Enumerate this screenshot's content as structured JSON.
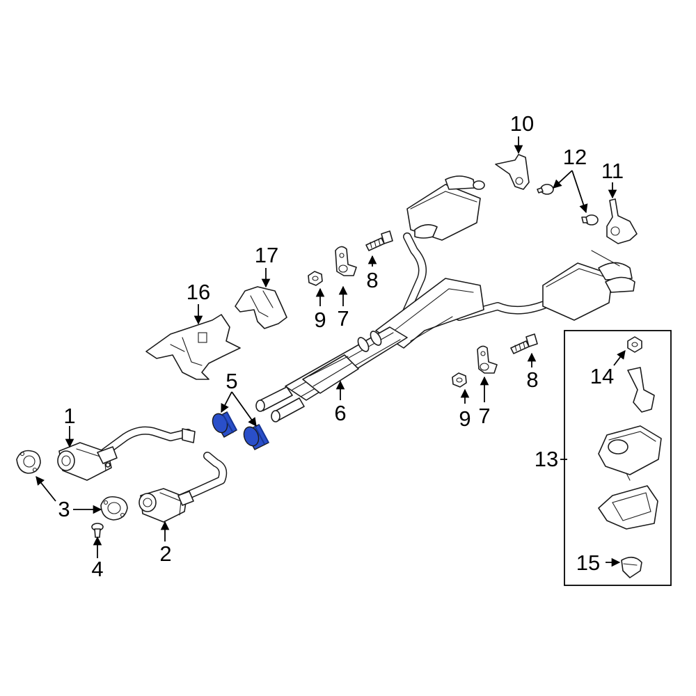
{
  "diagram": {
    "callouts": {
      "c1": "1",
      "c2": "2",
      "c3": "3",
      "c4": "4",
      "c5": "5",
      "c6": "6",
      "c7a": "7",
      "c7b": "7",
      "c8a": "8",
      "c8b": "8",
      "c9a": "9",
      "c9b": "9",
      "c10": "10",
      "c11": "11",
      "c12": "12",
      "c13": "13",
      "c14": "14",
      "c15": "15",
      "c16": "16",
      "c17": "17"
    },
    "colors": {
      "highlight": "#2a4fc9",
      "line": "#1a1a1a",
      "background": "#ffffff"
    }
  }
}
